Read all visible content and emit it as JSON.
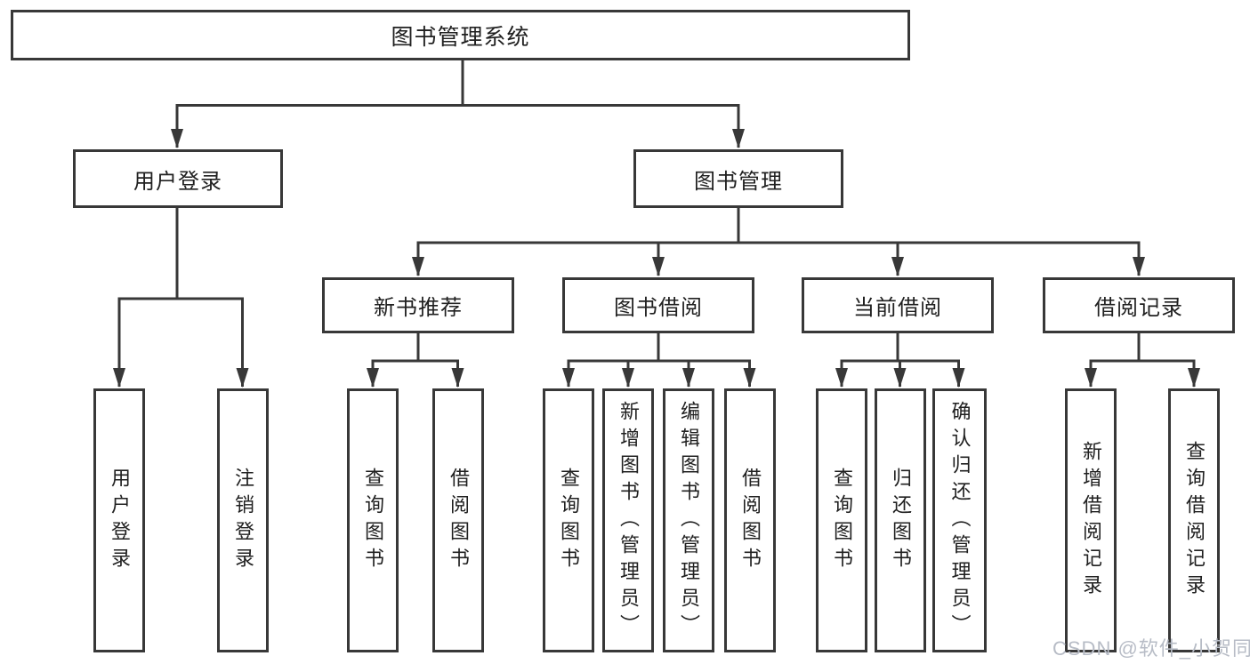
{
  "tree": {
    "root": {
      "label": "图书管理系统",
      "children": [
        {
          "label": "用户登录",
          "children": [
            {
              "label": "用户登录"
            },
            {
              "label": "注销登录"
            }
          ]
        },
        {
          "label": "图书管理",
          "children": [
            {
              "label": "新书推荐",
              "children": [
                {
                  "label": "查询图书"
                },
                {
                  "label": "借阅图书"
                }
              ]
            },
            {
              "label": "图书借阅",
              "children": [
                {
                  "label": "查询图书"
                },
                {
                  "label": "新增图书（管理员）"
                },
                {
                  "label": "编辑图书（管理员）"
                },
                {
                  "label": "借阅图书"
                }
              ]
            },
            {
              "label": "当前借阅",
              "children": [
                {
                  "label": "查询图书"
                },
                {
                  "label": "归还图书"
                },
                {
                  "label": "确认归还（管理员）"
                }
              ]
            },
            {
              "label": "借阅记录",
              "children": [
                {
                  "label": "新增借阅记录"
                },
                {
                  "label": "查询借阅记录"
                }
              ]
            }
          ]
        }
      ]
    }
  },
  "watermark": {
    "text": "CSDN @软件_小贺同学"
  },
  "colors": {
    "line": "#383838",
    "box_background": "#ffffff",
    "text": "#202020",
    "watermark": "#b7bcc6"
  }
}
